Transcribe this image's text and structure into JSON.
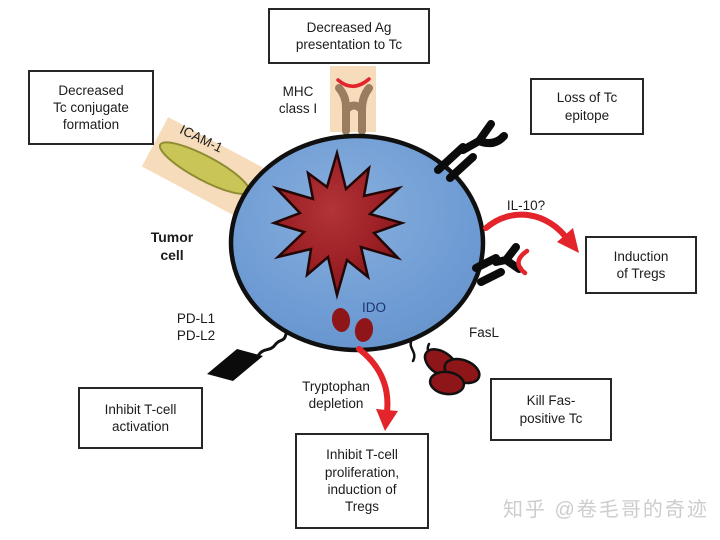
{
  "boxes": {
    "decreased_ag_presentation": "Decreased Ag\npresentation to Tc",
    "decreased_tc_conjugate": "Decreased\nTc conjugate\nformation",
    "loss_of_tc_epitope": "Loss of Tc\nepitope",
    "induction_of_tregs": "Induction\nof Tregs",
    "inhibit_tcell_activation": "Inhibit T-cell\nactivation",
    "inhibit_tcell_proliferation": "Inhibit T-cell\nproliferation,\ninduction of\nTregs",
    "kill_fas_positive_tc": "Kill Fas-\npositive Tc"
  },
  "labels": {
    "mhc_class_i": "MHC\nclass I",
    "icam1": "ICAM-1",
    "tumor_cell": "Tumor\ncell",
    "il10": "IL-10?",
    "pd_ligands": "PD-L1\nPD-L2",
    "ido": "IDO",
    "fasl": "FasL",
    "tryptophan_depletion": "Tryptophan\ndepletion"
  },
  "watermark": {
    "text": "知乎 @卷毛哥的奇迹"
  },
  "colors": {
    "tumor_cell_blue": "#6f9cd4",
    "nucleus_red": "#9c2025",
    "membrane_band_tan": "#f7dcbc",
    "icam_oval_olive": "#c9c657",
    "mhc_protein_brown": "#9a7c60",
    "arrow_red": "#e3242b",
    "molecule_dark_red": "#8e1518",
    "receptor_black": "#0b0b0b",
    "ido_label_navy": "#1d3472",
    "watermark_gray": "#cdcdcd"
  }
}
